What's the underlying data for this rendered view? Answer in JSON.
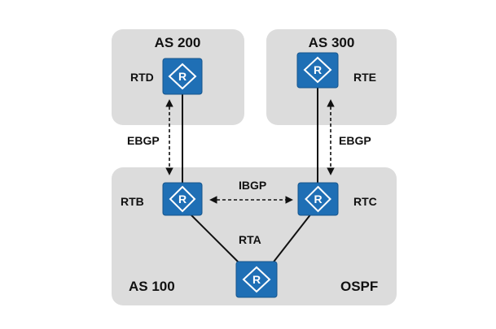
{
  "as_groups": {
    "as200": {
      "title": "AS 200"
    },
    "as300": {
      "title": "AS 300"
    },
    "as100": {
      "title": "AS 100",
      "igp": "OSPF"
    }
  },
  "routers": {
    "rtd": {
      "label": "RTD",
      "icon_letter": "R"
    },
    "rte": {
      "label": "RTE",
      "icon_letter": "R"
    },
    "rtb": {
      "label": "RTB",
      "icon_letter": "R"
    },
    "rtc": {
      "label": "RTC",
      "icon_letter": "R"
    },
    "rta": {
      "label": "RTA",
      "icon_letter": "R"
    }
  },
  "sessions": {
    "ebgp_left": "EBGP",
    "ebgp_right": "EBGP",
    "ibgp": "IBGP"
  },
  "colors": {
    "router_fill": "#1f6fb5",
    "as_box_fill": "#dcdcdc",
    "line": "#111111"
  },
  "icons": {
    "router": "router-icon"
  }
}
